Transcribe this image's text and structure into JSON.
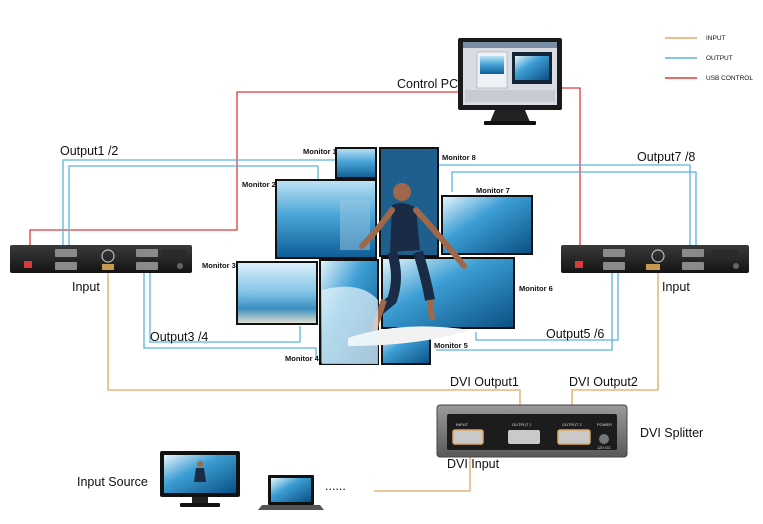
{
  "legend": {
    "input": {
      "label": "INPUT",
      "color": "#e0a860"
    },
    "output": {
      "label": "OUTPUT",
      "color": "#5ab4dc"
    },
    "usb": {
      "label": "USB CONTROL",
      "color": "#e03a3a"
    }
  },
  "labels": {
    "control_pc": "Control PC",
    "output12": "Output1  /2",
    "output78": "Output7 /8",
    "output34": "Output3  /4",
    "output56": "Output5 /6",
    "input_left": "Input",
    "input_right": "Input",
    "dvi_output1": "DVI Output1",
    "dvi_output2": "DVI Output2",
    "dvi_splitter": "DVI Splitter",
    "dvi_input": "DVI Input",
    "input_source": "Input Source",
    "dots": "......"
  },
  "monitors": {
    "m1": "Monitor 1",
    "m2": "Monitor 2",
    "m3": "Monitor 3",
    "m4": "Monitor 4",
    "m5": "Monitor 5",
    "m6": "Monitor 6",
    "m7": "Monitor 7",
    "m8": "Monitor 8"
  },
  "splitter_ports": {
    "input": "INPUT",
    "output1": "OUTPUT 1",
    "output2": "OUTPUT 2",
    "power": "POWER",
    "dc": "12V DC"
  }
}
